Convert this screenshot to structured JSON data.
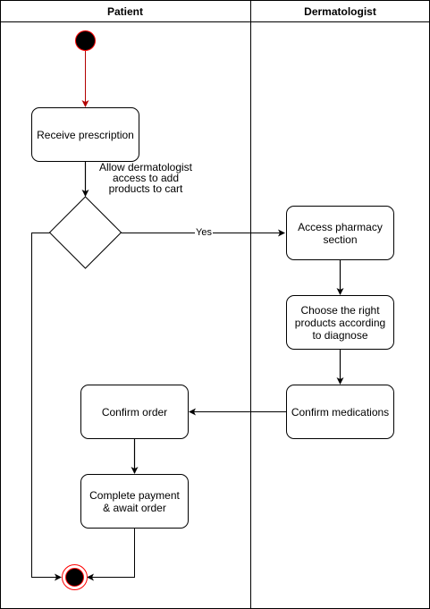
{
  "lanes": {
    "patient": "Patient",
    "dermatologist": "Dermatologist"
  },
  "nodes": {
    "receive_prescription": "Receive prescription",
    "access_pharmacy": "Access pharmacy section",
    "choose_products": "Choose the right products according to diagnose",
    "confirm_medications": "Confirm medications",
    "confirm_order": "Confirm order",
    "complete_payment": "Complete payment & await order"
  },
  "decision": {
    "question": "Allow dermatologist access to add products to cart",
    "yes_label": "Yes"
  },
  "colors": {
    "start_fill": "#000000",
    "start_stroke": "#ff0000",
    "flow_start_arrow": "#b20000",
    "line": "#000000"
  }
}
